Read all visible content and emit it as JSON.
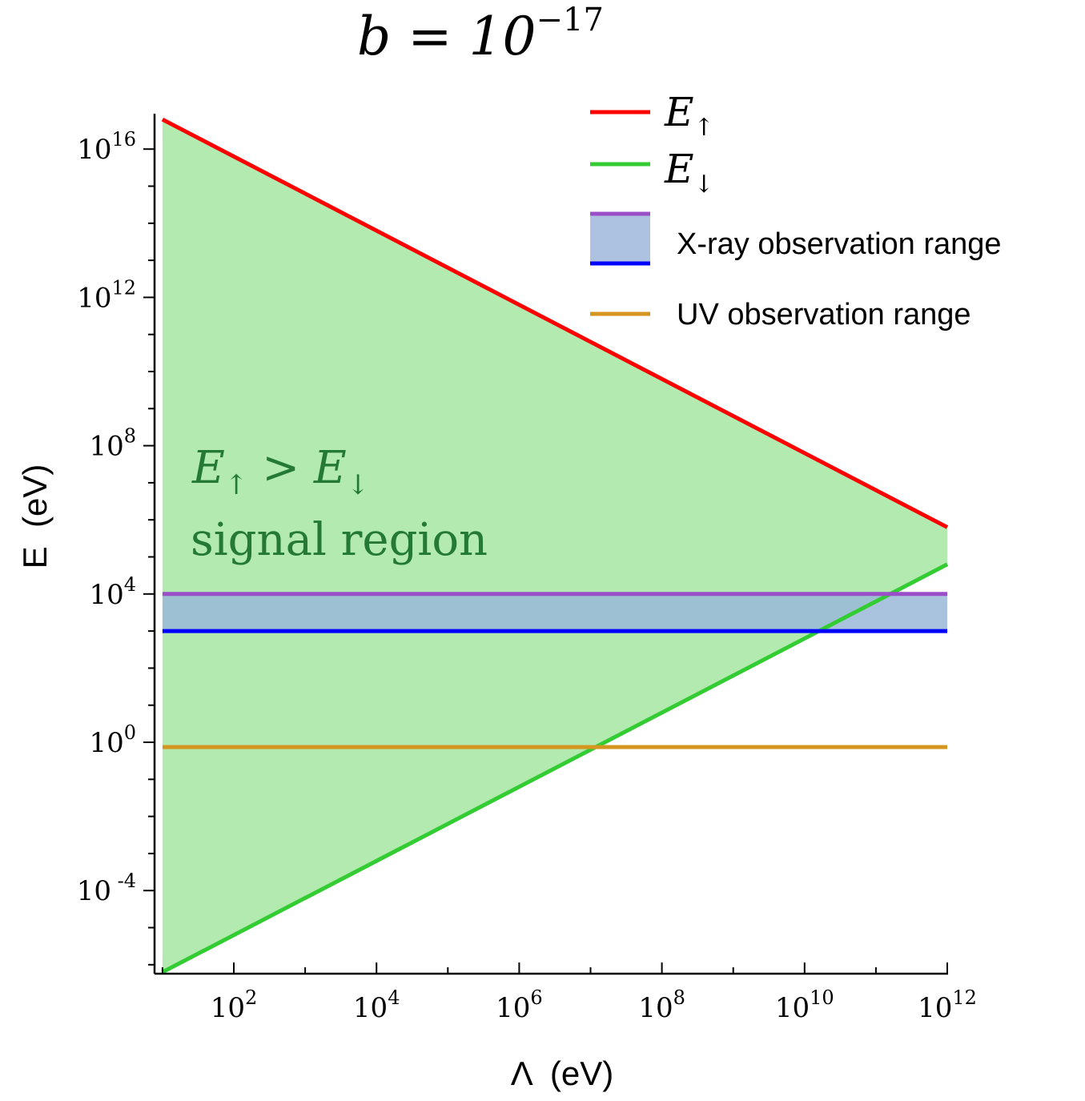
{
  "chart_data": {
    "type": "line",
    "title": {
      "base": "b = 10",
      "exponent": "−17"
    },
    "xlabel": "Λ  (eV)",
    "ylabel": "E  (eV)",
    "x_scale": "log",
    "y_scale": "log",
    "xlim_log10": [
      1,
      12
    ],
    "ylim_log10": [
      -6.3,
      16.9
    ],
    "x_ticks": [
      {
        "base": "10",
        "exp": "2",
        "log10": 2
      },
      {
        "base": "10",
        "exp": "4",
        "log10": 4
      },
      {
        "base": "10",
        "exp": "6",
        "log10": 6
      },
      {
        "base": "10",
        "exp": "8",
        "log10": 8
      },
      {
        "base": "10",
        "exp": "10",
        "log10": 10
      },
      {
        "base": "10",
        "exp": "12",
        "log10": 12
      }
    ],
    "y_ticks": [
      {
        "base": "10",
        "exp": "16",
        "log10": 16
      },
      {
        "base": "10",
        "exp": "12",
        "log10": 12
      },
      {
        "base": "10",
        "exp": "8",
        "log10": 8
      },
      {
        "base": "10",
        "exp": "4",
        "log10": 4
      },
      {
        "base": "10",
        "exp": "0",
        "log10": 0
      },
      {
        "base": "10",
        "exp": " -4",
        "log10": -4
      }
    ],
    "series": [
      {
        "name": "E↑",
        "color": "#ff0000",
        "x_log10": [
          1,
          12
        ],
        "y_log10": [
          16.8,
          5.8
        ]
      },
      {
        "name": "E↓",
        "color": "#33cc33",
        "x_log10": [
          1,
          12
        ],
        "y_log10": [
          -6.2,
          4.8
        ]
      },
      {
        "name": "X-ray upper",
        "color": "#9a4fc8",
        "x_log10": [
          1,
          12
        ],
        "y_log10": [
          4.0,
          4.0
        ]
      },
      {
        "name": "X-ray lower",
        "color": "#0000ff",
        "x_log10": [
          1,
          12
        ],
        "y_log10": [
          3.0,
          3.0
        ]
      },
      {
        "name": "UV observation range",
        "color": "#d4961e",
        "x_log10": [
          1,
          12
        ],
        "y_log10": [
          -0.13,
          -0.13
        ]
      }
    ],
    "legend": {
      "placement": "top-right",
      "entries": [
        {
          "kind": "line",
          "label_main": "E",
          "label_sub": "↑",
          "color": "#ff0000"
        },
        {
          "kind": "line",
          "label_main": "E",
          "label_sub": "↓",
          "color": "#33cc33"
        },
        {
          "kind": "band",
          "label": "X-ray observation range",
          "color_top": "#9a4fc8",
          "color_bottom": "#0000ff",
          "fill": "#adc1e0"
        },
        {
          "kind": "line",
          "label": "UV observation range",
          "color": "#d4961e"
        }
      ]
    },
    "annotation": {
      "line1": {
        "e1": "E",
        "s1": "↑",
        "op": " > ",
        "e2": "E",
        "s2": "↓"
      },
      "line2": "signal region",
      "color": "#247a35"
    },
    "colors": {
      "signal_fill": "#b2eab0",
      "xray_band_fill": "#9ab8d9"
    }
  }
}
